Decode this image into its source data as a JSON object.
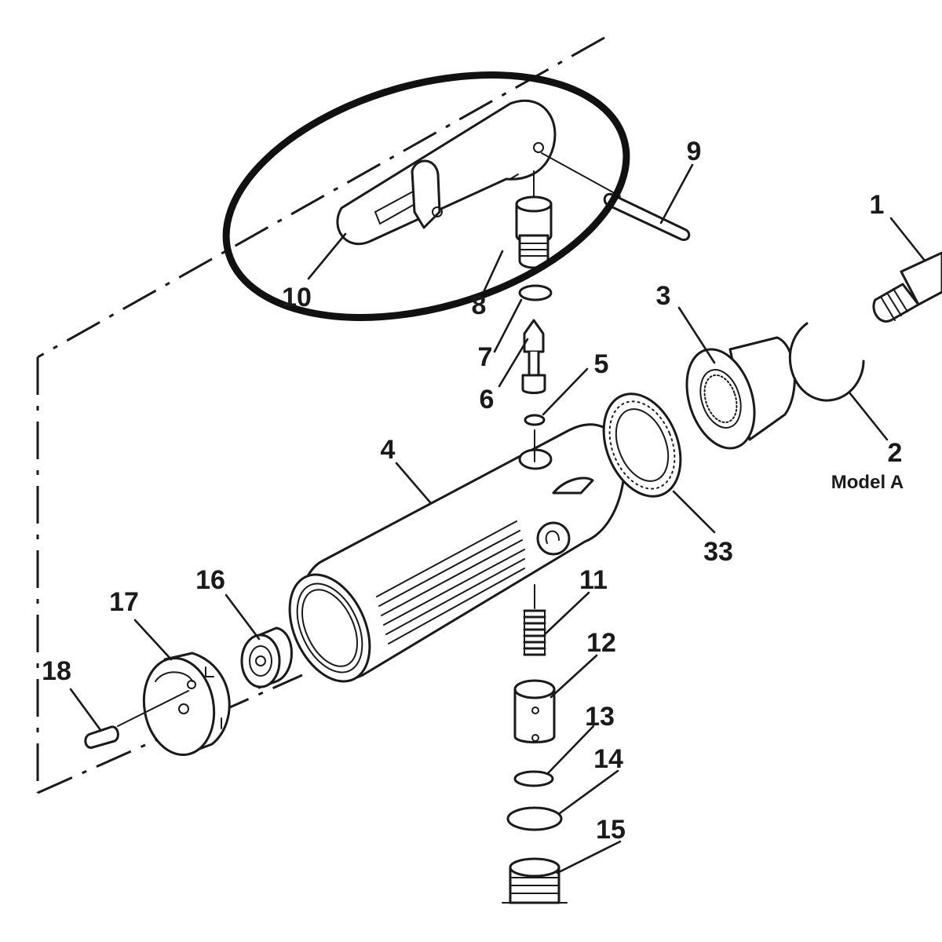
{
  "diagram": {
    "callouts": {
      "c1": "1",
      "c2": "2",
      "c3": "3",
      "c4": "4",
      "c5": "5",
      "c6": "6",
      "c7": "7",
      "c8": "8",
      "c9": "9",
      "c10": "10",
      "c11": "11",
      "c12": "12",
      "c13": "13",
      "c14": "14",
      "c15": "15",
      "c16": "16",
      "c17": "17",
      "c18": "18",
      "c33": "33"
    },
    "note": "Model A",
    "highlight_color": "#111111",
    "line_color": "#1a1a1a"
  }
}
